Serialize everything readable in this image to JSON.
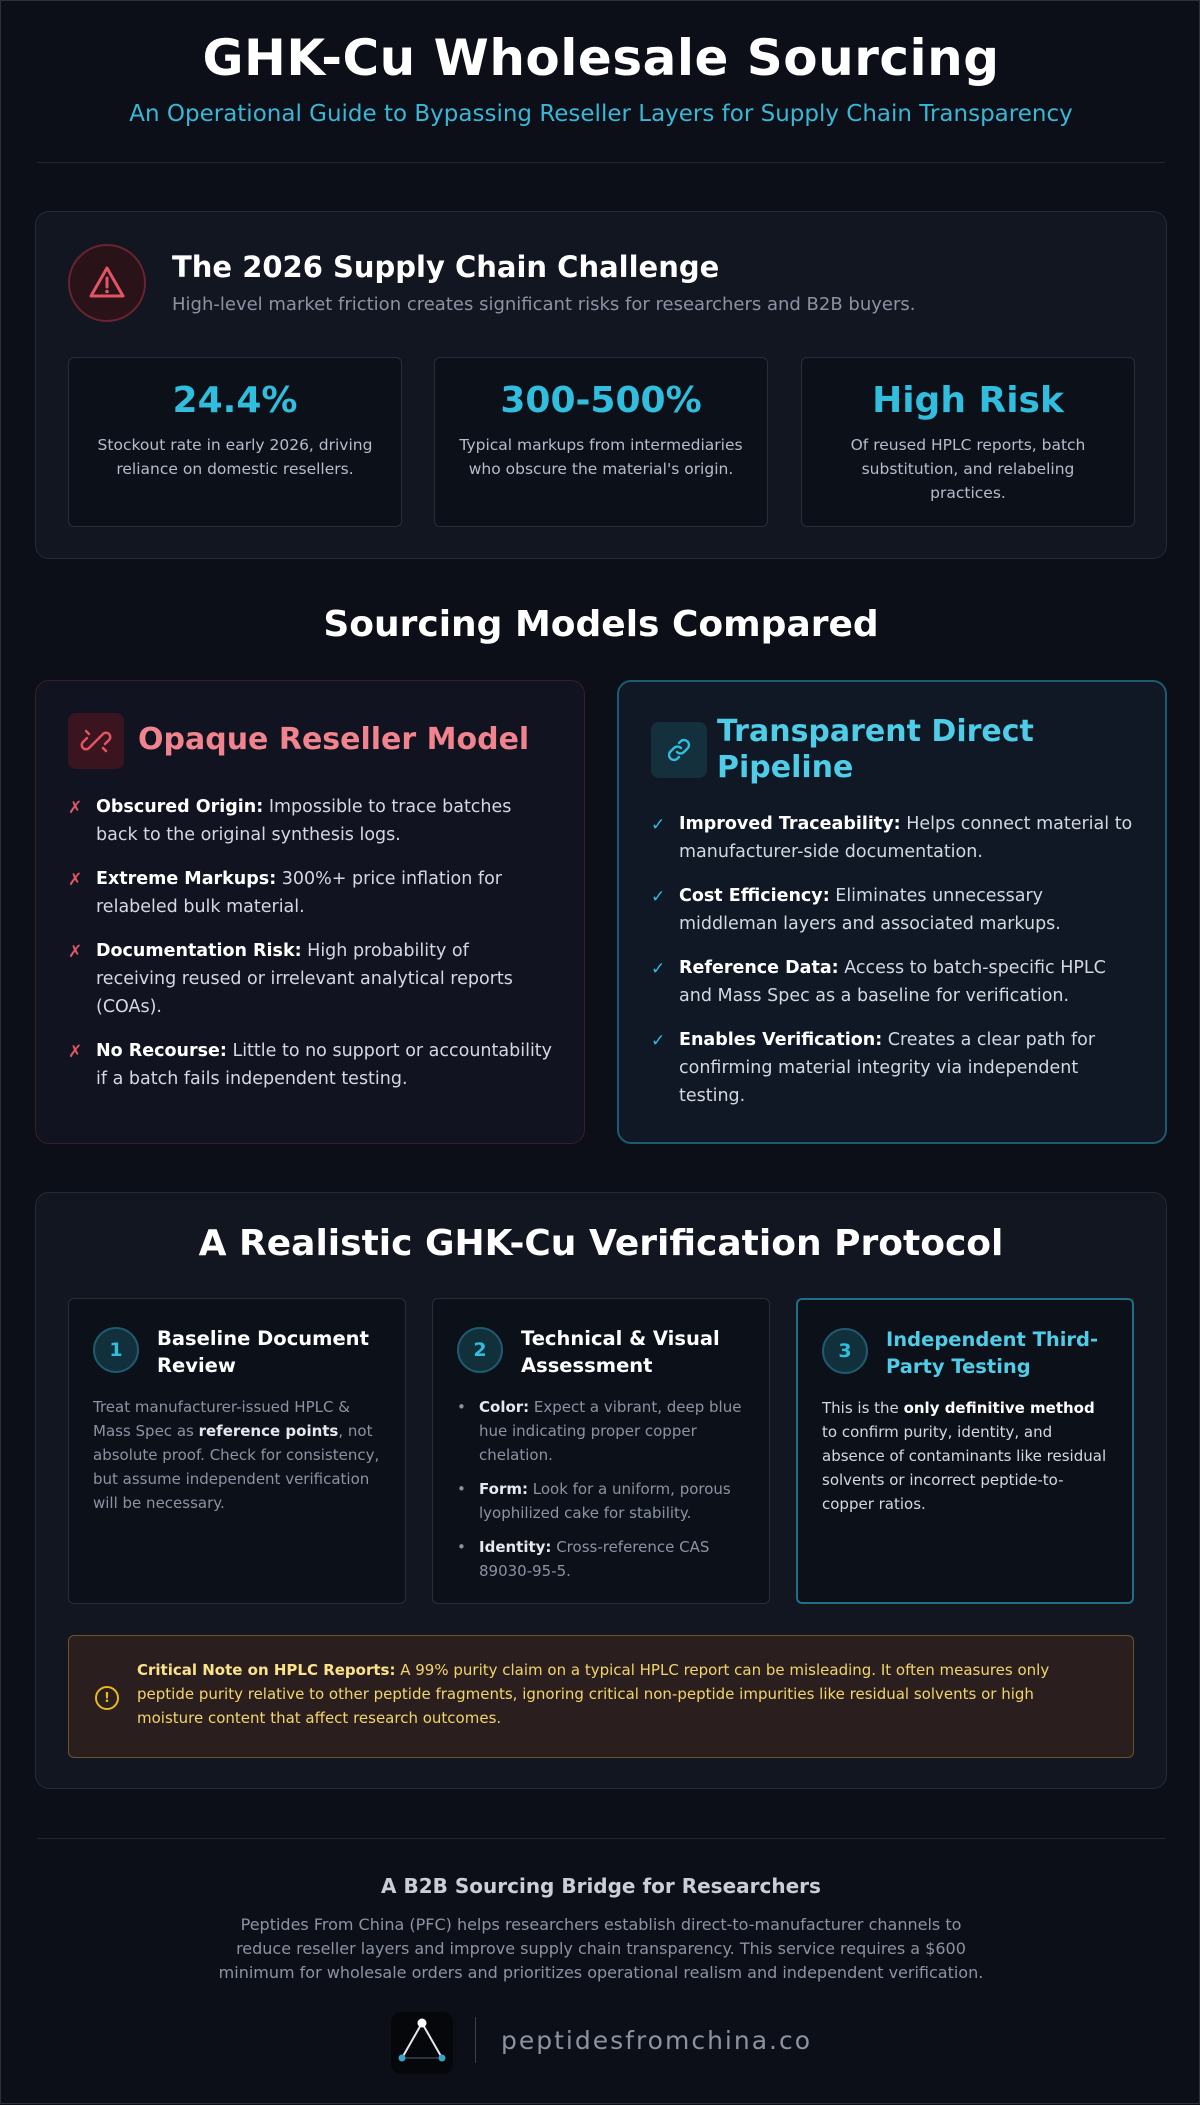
{
  "header": {
    "title": "GHK-Cu Wholesale Sourcing",
    "subtitle": "An Operational Guide to Bypassing Reseller Layers for Supply Chain Transparency"
  },
  "challenge": {
    "icon": "warning-triangle-icon",
    "title": "The 2026 Supply Chain Challenge",
    "subtitle": "High-level market friction creates significant risks for researchers and B2B buyers.",
    "stats": [
      {
        "value": "24.4%",
        "description": "Stockout rate in early 2026, driving reliance on domestic resellers."
      },
      {
        "value": "300-500%",
        "description": "Typical markups from intermediaries who obscure the material's origin."
      },
      {
        "value": "High Risk",
        "description": "Of reused HPLC reports, batch substitution, and relabeling practices."
      }
    ]
  },
  "models": {
    "section_title": "Sourcing Models Compared",
    "opaque": {
      "icon": "broken-link-icon",
      "title": "Opaque Reseller Model",
      "marker": "✗",
      "items": [
        {
          "label": "Obscured Origin:",
          "text": " Impossible to trace batches back to the original synthesis logs."
        },
        {
          "label": "Extreme Markups:",
          "text": " 300%+ price inflation for relabeled bulk material."
        },
        {
          "label": "Documentation Risk:",
          "text": " High probability of receiving reused or irrelevant analytical reports (COAs)."
        },
        {
          "label": "No Recourse:",
          "text": " Little to no support or accountability if a batch fails independent testing."
        }
      ]
    },
    "transparent": {
      "icon": "link-icon",
      "title": "Transparent Direct Pipeline",
      "marker": "✓",
      "items": [
        {
          "label": "Improved Traceability:",
          "text": " Helps connect material to manufacturer-side documentation."
        },
        {
          "label": "Cost Efficiency:",
          "text": " Eliminates unnecessary middleman layers and associated markups."
        },
        {
          "label": "Reference Data:",
          "text": " Access to batch-specific HPLC and Mass Spec as a baseline for verification."
        },
        {
          "label": "Enables Verification:",
          "text": " Creates a clear path for confirming material integrity via independent testing."
        }
      ]
    }
  },
  "protocol": {
    "title": "A Realistic GHK-Cu Verification Protocol",
    "steps": [
      {
        "number": "1",
        "title": "Baseline Document Review",
        "body_pre": "Treat manufacturer-issued HPLC & Mass Spec as ",
        "body_bold": "reference points",
        "body_post": ", not absolute proof. Check for consistency, but assume independent verification will be necessary."
      },
      {
        "number": "2",
        "title": "Technical & Visual Assessment",
        "bullets": [
          {
            "label": "Color:",
            "text": " Expect a vibrant, deep blue hue indicating proper copper chelation."
          },
          {
            "label": "Form:",
            "text": " Look for a uniform, porous lyophilized cake for stability."
          },
          {
            "label": "Identity:",
            "text": " Cross-reference CAS 89030-95-5."
          }
        ]
      },
      {
        "number": "3",
        "title": "Independent Third-Party Testing",
        "body_pre": "This is the ",
        "body_bold": "only definitive method",
        "body_post": " to confirm purity, identity, and absence of contaminants like residual solvents or incorrect peptide-to-copper ratios."
      }
    ],
    "note": {
      "icon": "alert-circle-icon",
      "label": "Critical Note on HPLC Reports:",
      "text": " A 99% purity claim on a typical HPLC report can be misleading. It often measures only peptide purity relative to other peptide fragments, ignoring critical non-peptide impurities like residual solvents or high moisture content that affect research outcomes."
    }
  },
  "footer": {
    "title": "A B2B Sourcing Bridge for Researchers",
    "text": "Peptides From China (PFC) helps researchers establish direct-to-manufacturer channels to reduce reseller layers and improve supply chain transparency. This service requires a $600 minimum for wholesale orders and prioritizes operational realism and independent verification.",
    "logo": "pfc-logo-icon",
    "domain": "peptidesfromchina.co"
  },
  "colors": {
    "accent": "#31bddd",
    "danger": "#e25563",
    "warning": "#e8b923",
    "background": "#0c0f17"
  }
}
